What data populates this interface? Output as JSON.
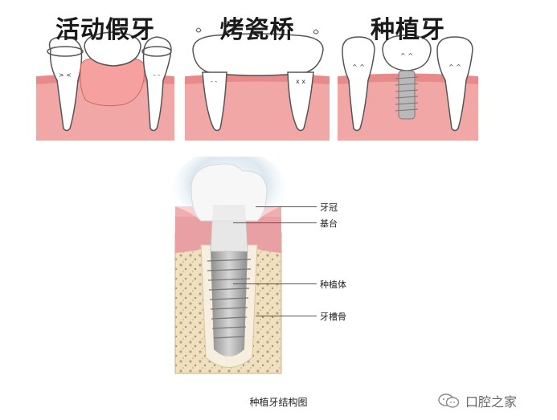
{
  "panels": [
    {
      "title": "活动假牙",
      "meaning": "removable denture",
      "colors": {
        "gum": "#f2a7a7",
        "gum_dark": "#e88a8a",
        "tooth": "#ffffff",
        "denture_base": "#f7a0a0"
      }
    },
    {
      "title": "烤瓷桥",
      "meaning": "porcelain bridge",
      "colors": {
        "gum": "#f2a7a7",
        "tooth": "#ffffff"
      }
    },
    {
      "title": "种植牙",
      "meaning": "dental implant",
      "colors": {
        "gum": "#f2a7a7",
        "tooth": "#ffffff",
        "screw": "#b9b9b9"
      }
    }
  ],
  "diagram": {
    "labels": [
      {
        "text": "牙冠",
        "part": "crown"
      },
      {
        "text": "基台",
        "part": "abutment"
      },
      {
        "text": "种植体",
        "part": "implant-body"
      },
      {
        "text": "牙槽骨",
        "part": "alveolar-bone"
      }
    ],
    "caption": "种植牙结构图",
    "colors": {
      "gum": "#e9a0a4",
      "bone": "#efe0c0",
      "bone_spots": "#b8a27a",
      "crown": "#f7f7f7",
      "halo": "#c9dbe8",
      "implant": "#a9a9a9"
    }
  },
  "watermark": {
    "text": "口腔之家"
  }
}
